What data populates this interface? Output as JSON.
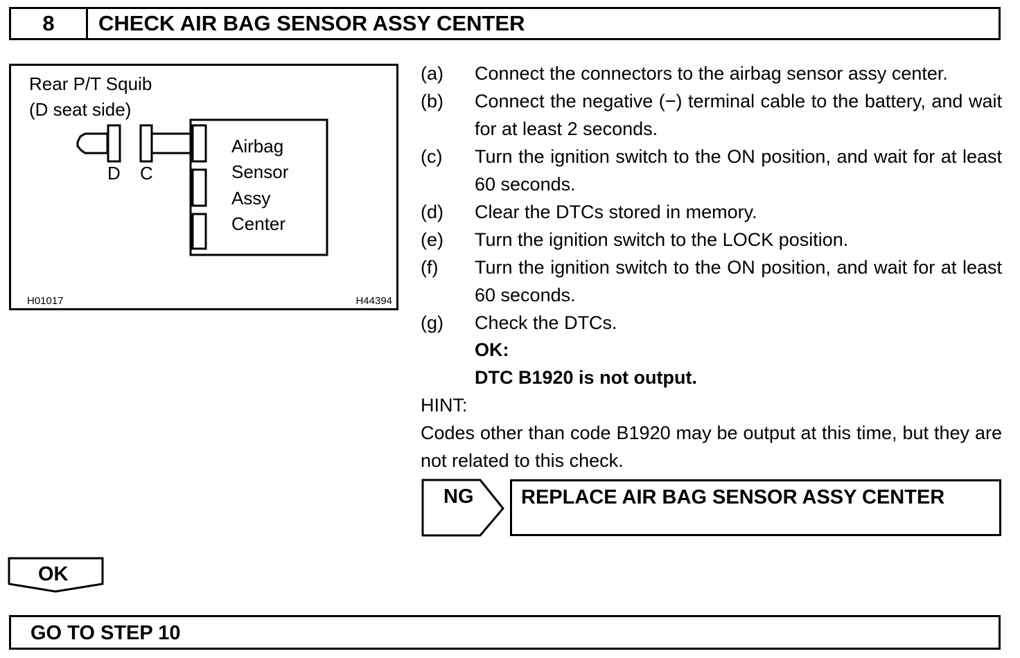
{
  "header": {
    "step_number": "8",
    "title": "CHECK AIR BAG SENSOR ASSY CENTER"
  },
  "figure": {
    "title_line1": "Rear P/T Squib",
    "title_line2": "(D seat side)",
    "connector_d": "D",
    "connector_c": "C",
    "sensor_line1": "Airbag",
    "sensor_line2": "Sensor",
    "sensor_line3": "Assy",
    "sensor_line4": "Center",
    "code_left": "H01017",
    "code_right": "H44394"
  },
  "steps": [
    {
      "letter": "(a)",
      "text": "Connect the connectors to the airbag sensor assy center."
    },
    {
      "letter": "(b)",
      "text": "Connect the negative (−) terminal cable to the battery, and wait for at least 2 seconds."
    },
    {
      "letter": "(c)",
      "text": "Turn the ignition switch to the ON position, and wait for at least 60 seconds."
    },
    {
      "letter": "(d)",
      "text": "Clear the DTCs stored in memory."
    },
    {
      "letter": "(e)",
      "text": "Turn the ignition switch to the LOCK position."
    },
    {
      "letter": "(f)",
      "text": "Turn the ignition switch to the ON position, and wait for at least 60 seconds."
    },
    {
      "letter": "(g)",
      "text": "Check the DTCs."
    }
  ],
  "result": {
    "ok_label": "OK:",
    "ok_condition": "DTC B1920 is not output."
  },
  "hint": {
    "label": "HINT:",
    "text": "Codes other than code B1920 may be output at this time, but they are not related to this check."
  },
  "ng_branch": {
    "label": "NG",
    "action": "REPLACE AIR BAG SENSOR ASSY CENTER"
  },
  "ok_branch": {
    "label": "OK",
    "action": "GO TO STEP 10"
  }
}
